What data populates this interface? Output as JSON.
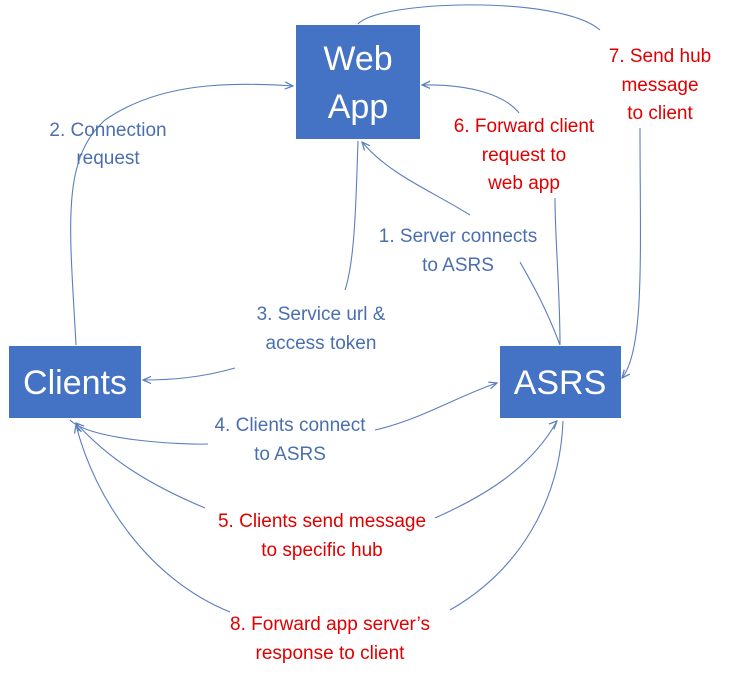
{
  "colors": {
    "node_fill": "#4472C4",
    "node_text": "#FFFFFF",
    "edge": "#5B7FBD",
    "label_blue": "#4A6FB0",
    "label_red": "#E00000"
  },
  "nodes": {
    "web_app": {
      "line1": "Web",
      "line2": "App"
    },
    "clients": {
      "label": "Clients"
    },
    "asrs": {
      "label": "ASRS"
    }
  },
  "edges": {
    "e1": {
      "line1": "1. Server connects",
      "line2": "to ASRS",
      "color": "blue"
    },
    "e2": {
      "line1": "2. Connection",
      "line2": "request",
      "color": "blue"
    },
    "e3": {
      "line1": "3. Service url &",
      "line2": "access token",
      "color": "blue"
    },
    "e4": {
      "line1": "4. Clients connect",
      "line2": "to ASRS",
      "color": "blue"
    },
    "e5": {
      "line1": "5. Clients send message",
      "line2": "to specific hub",
      "color": "red"
    },
    "e6": {
      "line1": "6. Forward client",
      "line2": "request to",
      "line3": "web app",
      "color": "red"
    },
    "e7": {
      "line1": "7. Send hub",
      "line2": "message",
      "line3": "to client",
      "color": "red"
    },
    "e8": {
      "line1": "8. Forward app server’s",
      "line2": "response to client",
      "color": "red"
    }
  }
}
